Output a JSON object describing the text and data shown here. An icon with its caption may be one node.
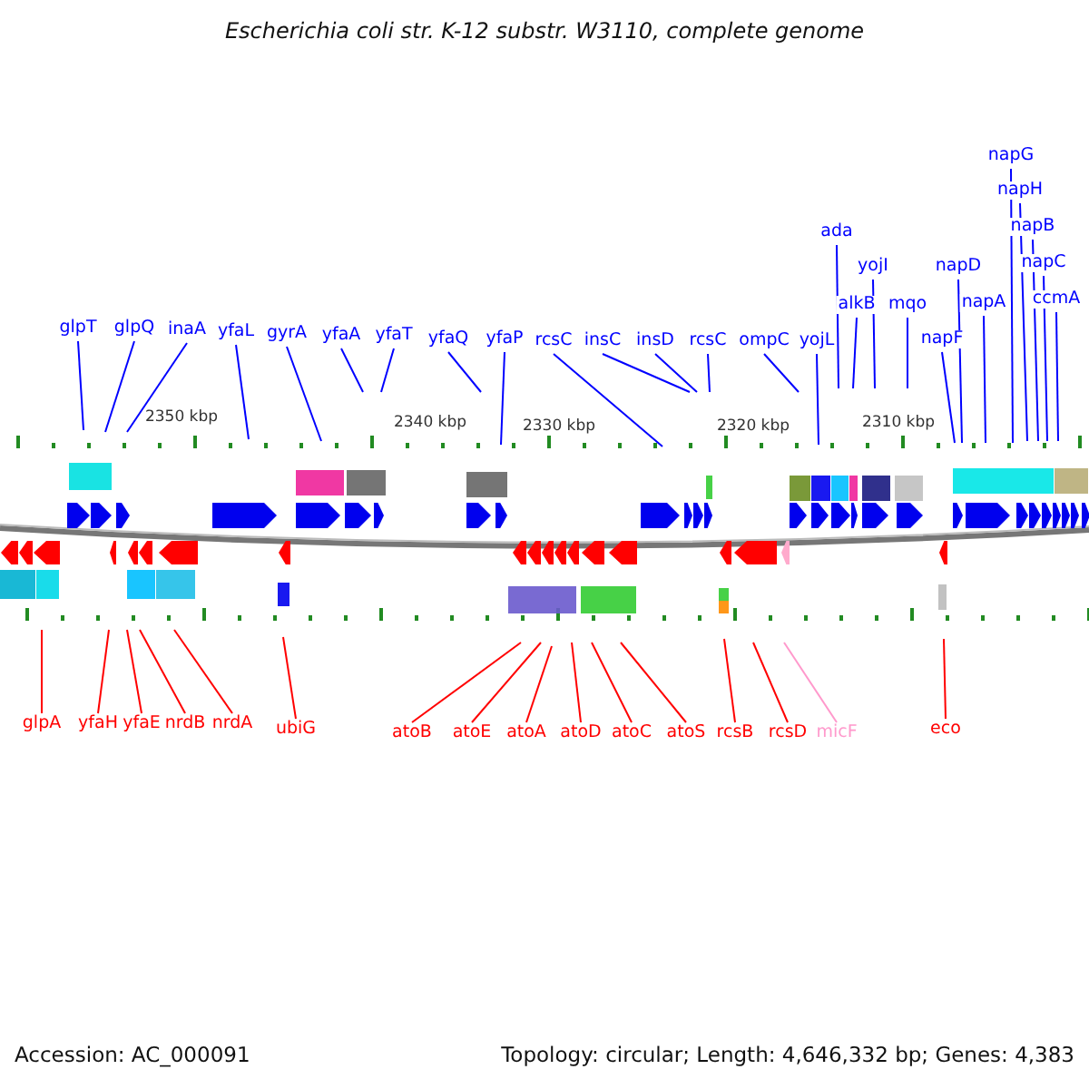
{
  "diagram": {
    "title": "Escherichia coli str. K-12 substr. W3110, complete genome",
    "nodes": [
      {
        "text": [
          "glpT"
        ]
      },
      {
        "text": [
          "glpQ"
        ]
      },
      {
        "text": [
          "inaA"
        ]
      },
      {
        "text": [
          "yfaL"
        ]
      },
      {
        "text": [
          "gyrA"
        ]
      },
      {
        "text": [
          "yfaA"
        ]
      },
      {
        "text": [
          "yfaT"
        ]
      },
      {
        "text": [
          "yfaQ"
        ]
      },
      {
        "text": [
          "yfaP"
        ]
      },
      {
        "text": [
          "rcsC"
        ]
      },
      {
        "text": [
          "insC"
        ]
      },
      {
        "text": [
          "insD"
        ]
      },
      {
        "text": [
          "rcsC"
        ]
      },
      {
        "text": [
          "ompC"
        ]
      },
      {
        "text": [
          "yojL"
        ]
      },
      {
        "text": [
          "ada"
        ]
      },
      {
        "text": [
          "alkB"
        ]
      },
      {
        "text": [
          "yojI"
        ]
      },
      {
        "text": [
          "mqo"
        ]
      },
      {
        "text": [
          "napF"
        ]
      },
      {
        "text": [
          "napD"
        ]
      },
      {
        "text": [
          "napA"
        ]
      },
      {
        "text": [
          "napG"
        ]
      },
      {
        "text": [
          "napH"
        ]
      },
      {
        "text": [
          "napB"
        ]
      },
      {
        "text": [
          "napC"
        ]
      },
      {
        "text": [
          "ccmA"
        ]
      },
      {
        "text": [
          "glpA"
        ]
      },
      {
        "text": [
          "yfaH"
        ]
      },
      {
        "text": [
          "yfaE"
        ]
      },
      {
        "text": [
          "nrdB"
        ]
      },
      {
        "text": [
          "nrdA"
        ]
      },
      {
        "text": [
          "ubiG"
        ]
      },
      {
        "text": [
          "atoB"
        ]
      },
      {
        "text": [
          "atoE"
        ]
      },
      {
        "text": [
          "atoA"
        ]
      },
      {
        "text": [
          "atoD"
        ]
      },
      {
        "text": [
          "atoC"
        ]
      },
      {
        "text": [
          "atoS"
        ]
      },
      {
        "text": [
          "rcsB"
        ]
      },
      {
        "text": [
          "rcsD"
        ]
      },
      {
        "text": [
          "micF"
        ]
      },
      {
        "text": [
          "eco"
        ]
      }
    ],
    "edges": [
      {
        "from": 0,
        "to": null,
        "arrow": "none"
      },
      {
        "from": 1,
        "to": null,
        "arrow": "none"
      },
      {
        "from": 2,
        "to": null,
        "arrow": "none"
      },
      {
        "from": 3,
        "to": null,
        "arrow": "none"
      },
      {
        "from": 4,
        "to": null,
        "arrow": "none"
      },
      {
        "from": 5,
        "to": null,
        "arrow": "none"
      },
      {
        "from": 6,
        "to": null,
        "arrow": "none"
      },
      {
        "from": 7,
        "to": null,
        "arrow": "none"
      },
      {
        "from": 8,
        "to": null,
        "arrow": "none"
      },
      {
        "from": 9,
        "to": null,
        "arrow": "none"
      },
      {
        "from": 10,
        "to": null,
        "arrow": "none"
      },
      {
        "from": 11,
        "to": null,
        "arrow": "none"
      },
      {
        "from": 12,
        "to": null,
        "arrow": "none"
      },
      {
        "from": 13,
        "to": null,
        "arrow": "none"
      },
      {
        "from": 14,
        "to": null,
        "arrow": "none"
      },
      {
        "from": 15,
        "to": null,
        "arrow": "none"
      },
      {
        "from": 16,
        "to": null,
        "arrow": "none"
      },
      {
        "from": 17,
        "to": null,
        "arrow": "none"
      },
      {
        "from": 18,
        "to": null,
        "arrow": "none"
      },
      {
        "from": 19,
        "to": null,
        "arrow": "none"
      },
      {
        "from": 20,
        "to": null,
        "arrow": "none"
      },
      {
        "from": 21,
        "to": null,
        "arrow": "none"
      },
      {
        "from": 22,
        "to": null,
        "arrow": "none"
      },
      {
        "from": 23,
        "to": null,
        "arrow": "none"
      },
      {
        "from": 24,
        "to": null,
        "arrow": "none"
      },
      {
        "from": 25,
        "to": null,
        "arrow": "none"
      },
      {
        "from": 26,
        "to": null,
        "arrow": "none"
      },
      {
        "from": 27,
        "to": null,
        "arrow": "none",
        "color": "#ff0000"
      },
      {
        "from": 28,
        "to": null,
        "arrow": "none",
        "color": "#ff0000"
      },
      {
        "from": 29,
        "to": null,
        "arrow": "none",
        "color": "#ff0000"
      },
      {
        "from": 30,
        "to": null,
        "arrow": "none",
        "color": "#ff0000"
      },
      {
        "from": 31,
        "to": null,
        "arrow": "none",
        "color": "#ff0000"
      },
      {
        "from": 32,
        "to": null,
        "arrow": "none",
        "color": "#ff0000"
      },
      {
        "from": 33,
        "to": null,
        "arrow": "none",
        "color": "#ff0000"
      },
      {
        "from": 34,
        "to": null,
        "arrow": "none",
        "color": "#ff0000"
      },
      {
        "from": 35,
        "to": null,
        "arrow": "none",
        "color": "#ff0000"
      },
      {
        "from": 36,
        "to": null,
        "arrow": "none",
        "color": "#ff0000"
      },
      {
        "from": 37,
        "to": null,
        "arrow": "none",
        "color": "#ff0000"
      },
      {
        "from": 38,
        "to": null,
        "arrow": "none",
        "color": "#ff0000"
      },
      {
        "from": 39,
        "to": null,
        "arrow": "none",
        "color": "#ff0000"
      },
      {
        "from": 40,
        "to": null,
        "arrow": "none",
        "color": "#ff0000"
      },
      {
        "from": 41,
        "to": null,
        "arrow": "none",
        "color": "#ff99cc"
      },
      {
        "from": 42,
        "to": null,
        "arrow": "none",
        "color": "#ff0000"
      }
    ],
    "labels": [
      "2350 kbp",
      "2340 kbp",
      "2330 kbp",
      "2320 kbp",
      "2310 kbp",
      "Accession: AC_000091",
      "Topology: circular; Length: 4,646,332 bp; Genes: 4,383"
    ]
  }
}
